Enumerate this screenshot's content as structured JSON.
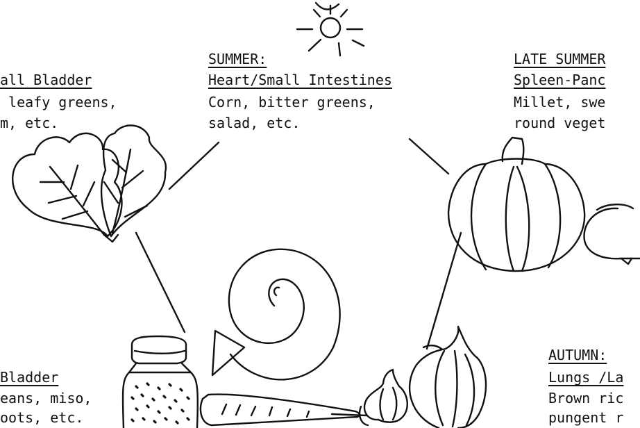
{
  "colors": {
    "ink": "#111111",
    "paper": "#ffffff"
  },
  "labels": {
    "spring": {
      "organ": "all Bladder",
      "line1": " leafy greens,",
      "line2": "m, etc."
    },
    "summer": {
      "season": "SUMMER:",
      "organ": "Heart/Small Intestines",
      "line1": "Corn, bitter greens,",
      "line2": "salad, etc."
    },
    "late_summer": {
      "season": "LATE SUMMER",
      "organ": "Spleen-Panc",
      "line1": "Millet, swe",
      "line2": "round veget"
    },
    "autumn": {
      "season": "AUTUMN:",
      "organ": "Lungs /La",
      "line1": "Brown ric",
      "line2": "pungent r"
    },
    "winter": {
      "organ": "Bladder",
      "line1": "eans, miso,",
      "line2": "oots, etc."
    }
  },
  "icons": [
    "sun-icon",
    "leafy-greens-icon",
    "pumpkin-icon",
    "turnip-icon",
    "onion-icon",
    "garlic-icon",
    "carrot-icon",
    "jar-icon",
    "spiral-arrow-icon"
  ]
}
